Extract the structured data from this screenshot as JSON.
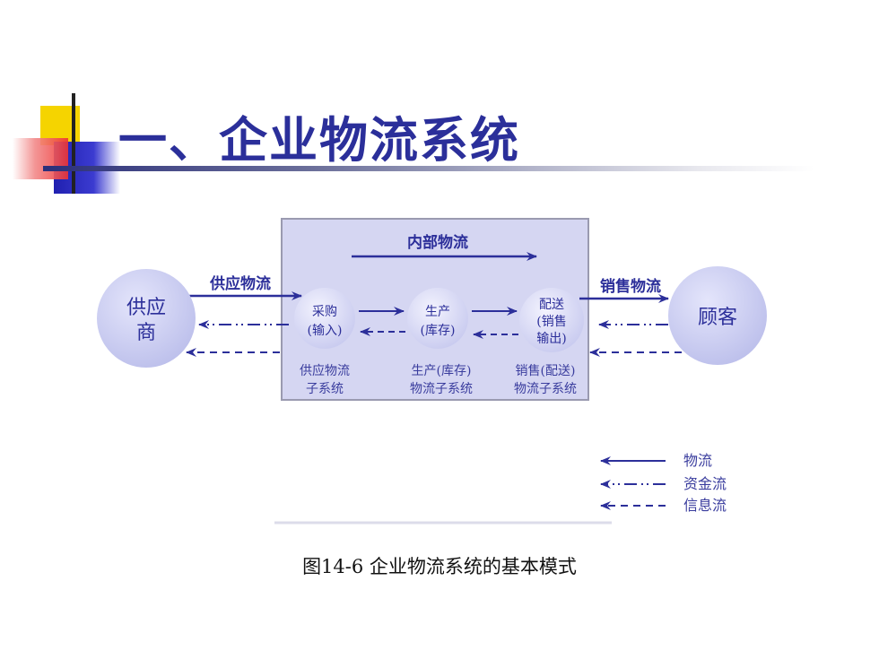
{
  "title": "一、企业物流系统",
  "diagram": {
    "internal_label": "内部物流",
    "supply_flow_label": "供应物流",
    "sales_flow_label": "销售物流",
    "supplier": [
      "供应",
      "商"
    ],
    "customer": "顾客",
    "procurement": [
      "采购",
      "(输入)"
    ],
    "production": [
      "生产",
      "(库存)"
    ],
    "delivery": [
      "配送",
      "(销售",
      "输出)"
    ],
    "sub_supply": [
      "供应物流",
      "子系统"
    ],
    "sub_production": [
      "生产(库存)",
      "物流子系统"
    ],
    "sub_sales": [
      "销售(配送)",
      "物流子系统"
    ]
  },
  "legend": {
    "logistics": "物流",
    "capital": "资金流",
    "information": "信息流"
  },
  "caption": "图14-6 企业物流系统的基本模式",
  "colors": {
    "title": "#2b2f9a",
    "arrow": "#2c2f9a",
    "node": "#c9caf0",
    "box": "#d5d6f2"
  }
}
